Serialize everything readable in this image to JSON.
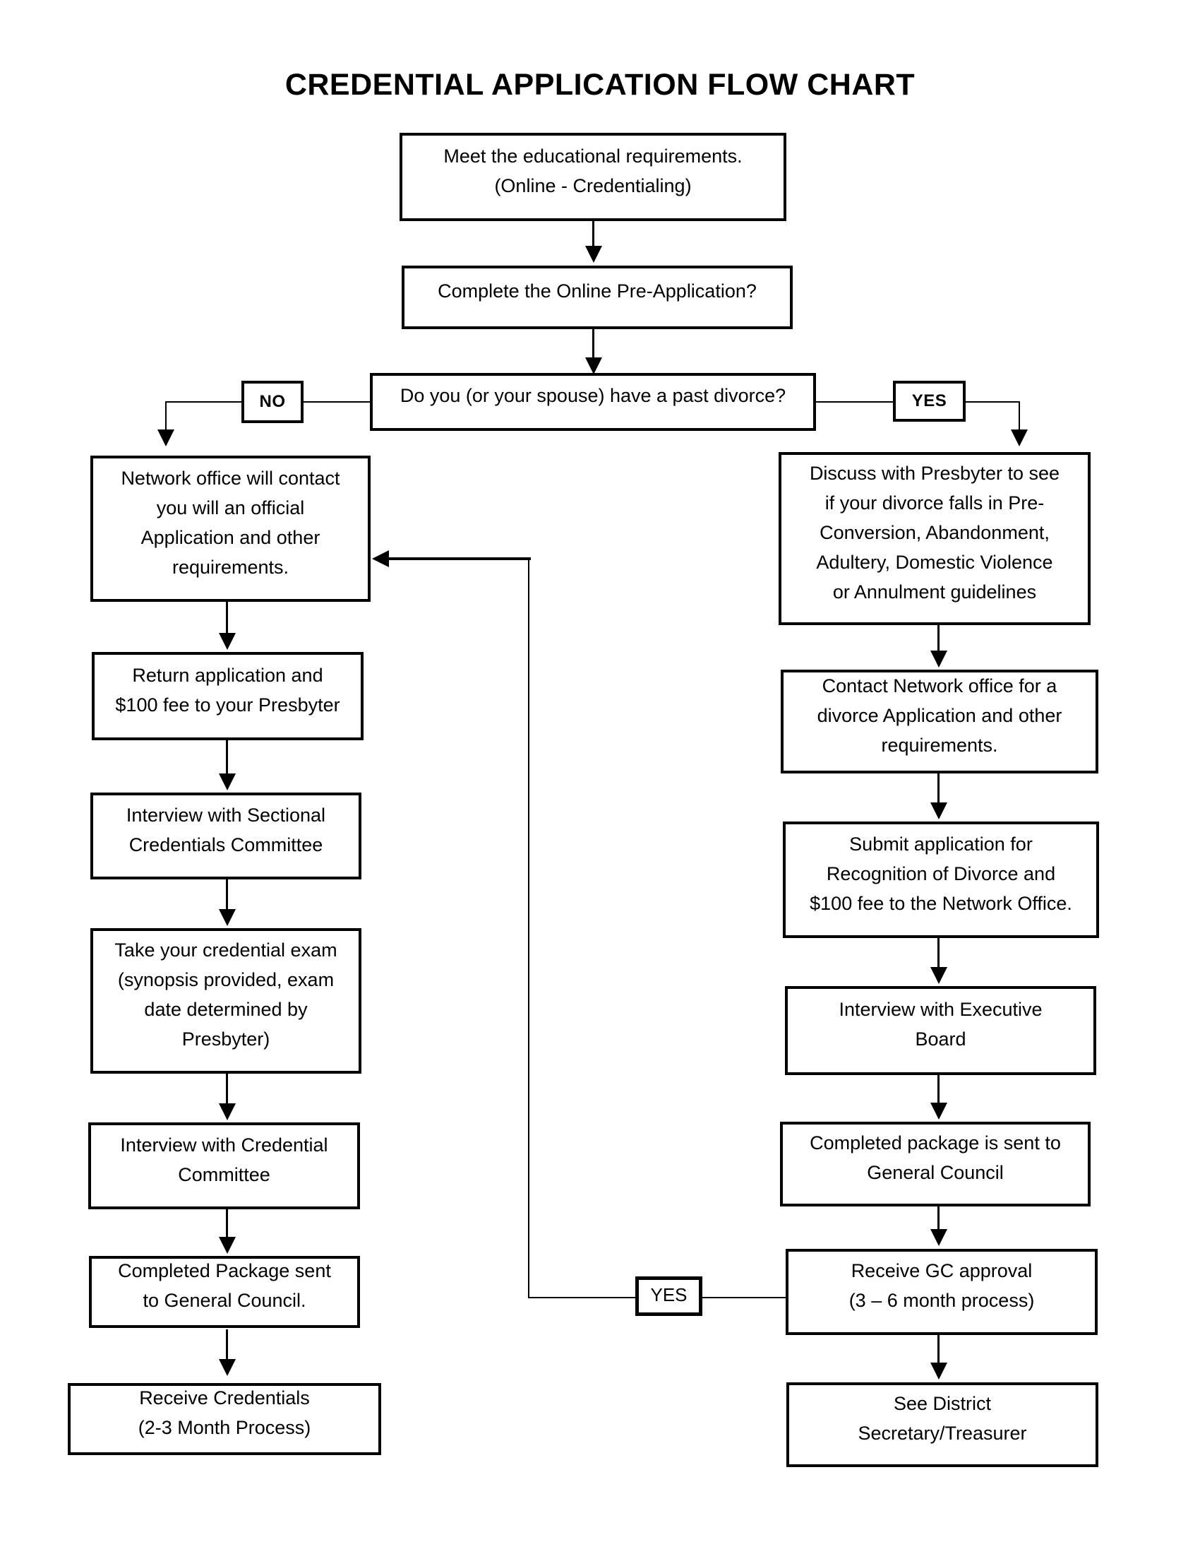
{
  "title": "CREDENTIAL APPLICATION FLOW CHART",
  "colors": {
    "ink": "#000000",
    "background": "#ffffff"
  },
  "decision_labels": {
    "no": "NO",
    "yes": "YES",
    "yes_return": "YES"
  },
  "nodes": {
    "meet_requirements": "Meet the educational requirements.\n(Online - Credentialing)",
    "pre_application": "Complete the Online Pre-Application?",
    "divorce_question": "Do you (or your spouse) have a past divorce?",
    "network_office_contact": "Network office will contact\nyou will an official\nApplication and other\nrequirements.",
    "return_application": "Return application and\n$100 fee to your Presbyter",
    "sectional_committee_interview": "Interview with Sectional\nCredentials Committee",
    "credential_exam": "Take your credential exam\n(synopsis provided, exam\ndate determined by\nPresbyter)",
    "credential_committee_interview": "Interview with Credential\nCommittee",
    "package_sent_left": "Completed Package sent\nto General Council.",
    "receive_credentials": "Receive Credentials\n(2-3 Month Process)",
    "discuss_with_presbyter": "Discuss with Presbyter to see\nif your divorce falls in Pre-\nConversion, Abandonment,\nAdultery, Domestic Violence\nor Annulment guidelines",
    "contact_network_office": "Contact Network office for a\ndivorce Application and other\nrequirements.",
    "submit_divorce_application": "Submit application for\nRecognition of Divorce and\n$100 fee to the Network Office.",
    "executive_board_interview": "Interview with Executive\nBoard",
    "package_sent_right": "Completed package is sent to\nGeneral Council",
    "gc_approval": "Receive GC approval\n(3 – 6 month process)",
    "district_secretary": "See District\nSecretary/Treasurer"
  }
}
